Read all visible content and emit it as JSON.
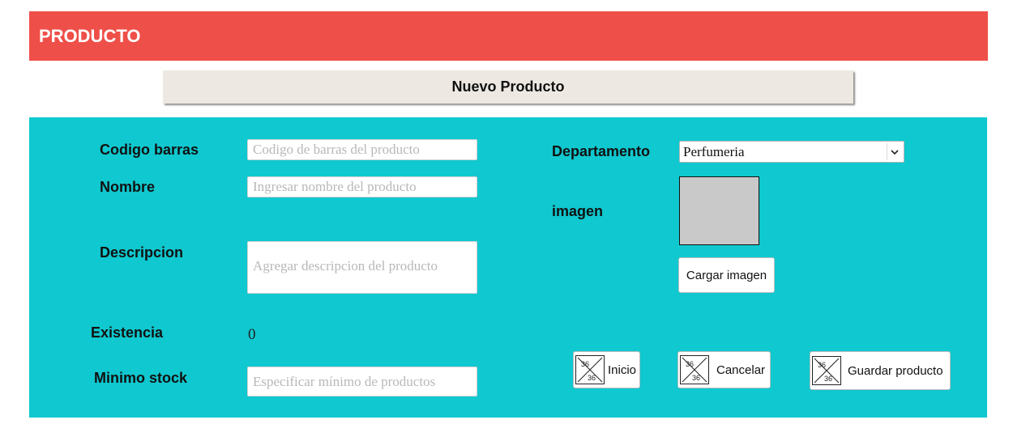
{
  "header": {
    "title": "PRODUCTO"
  },
  "new_product_button": {
    "label": "Nuevo Producto"
  },
  "form": {
    "codigo": {
      "label": "Codigo barras",
      "placeholder": "Codigo de barras del producto",
      "value": ""
    },
    "nombre": {
      "label": "Nombre",
      "placeholder": "Ingresar nombre del producto",
      "value": ""
    },
    "descripcion": {
      "label": "Descripcion",
      "placeholder": "Agregar descripcion del producto",
      "value": ""
    },
    "existencia": {
      "label": "Existencia",
      "value": "0"
    },
    "minimo_stock": {
      "label": "Minimo stock",
      "placeholder": "Especificar mínimo de productos",
      "value": ""
    },
    "departamento": {
      "label": "Departamento",
      "selected": "Perfumeria"
    },
    "imagen": {
      "label": "imagen",
      "upload_label": "Cargar imagen"
    }
  },
  "actions": {
    "inicio": {
      "label": "Inicio",
      "icon": "broken-image-icon"
    },
    "cancelar": {
      "label": "Cancelar",
      "icon": "broken-image-icon"
    },
    "guardar": {
      "label": "Guardar producto",
      "icon": "broken-image-icon"
    }
  },
  "colors": {
    "header_bg": "#ef4f49",
    "panel_bg": "#10c8cf",
    "new_button_bg": "#ede9e2"
  }
}
